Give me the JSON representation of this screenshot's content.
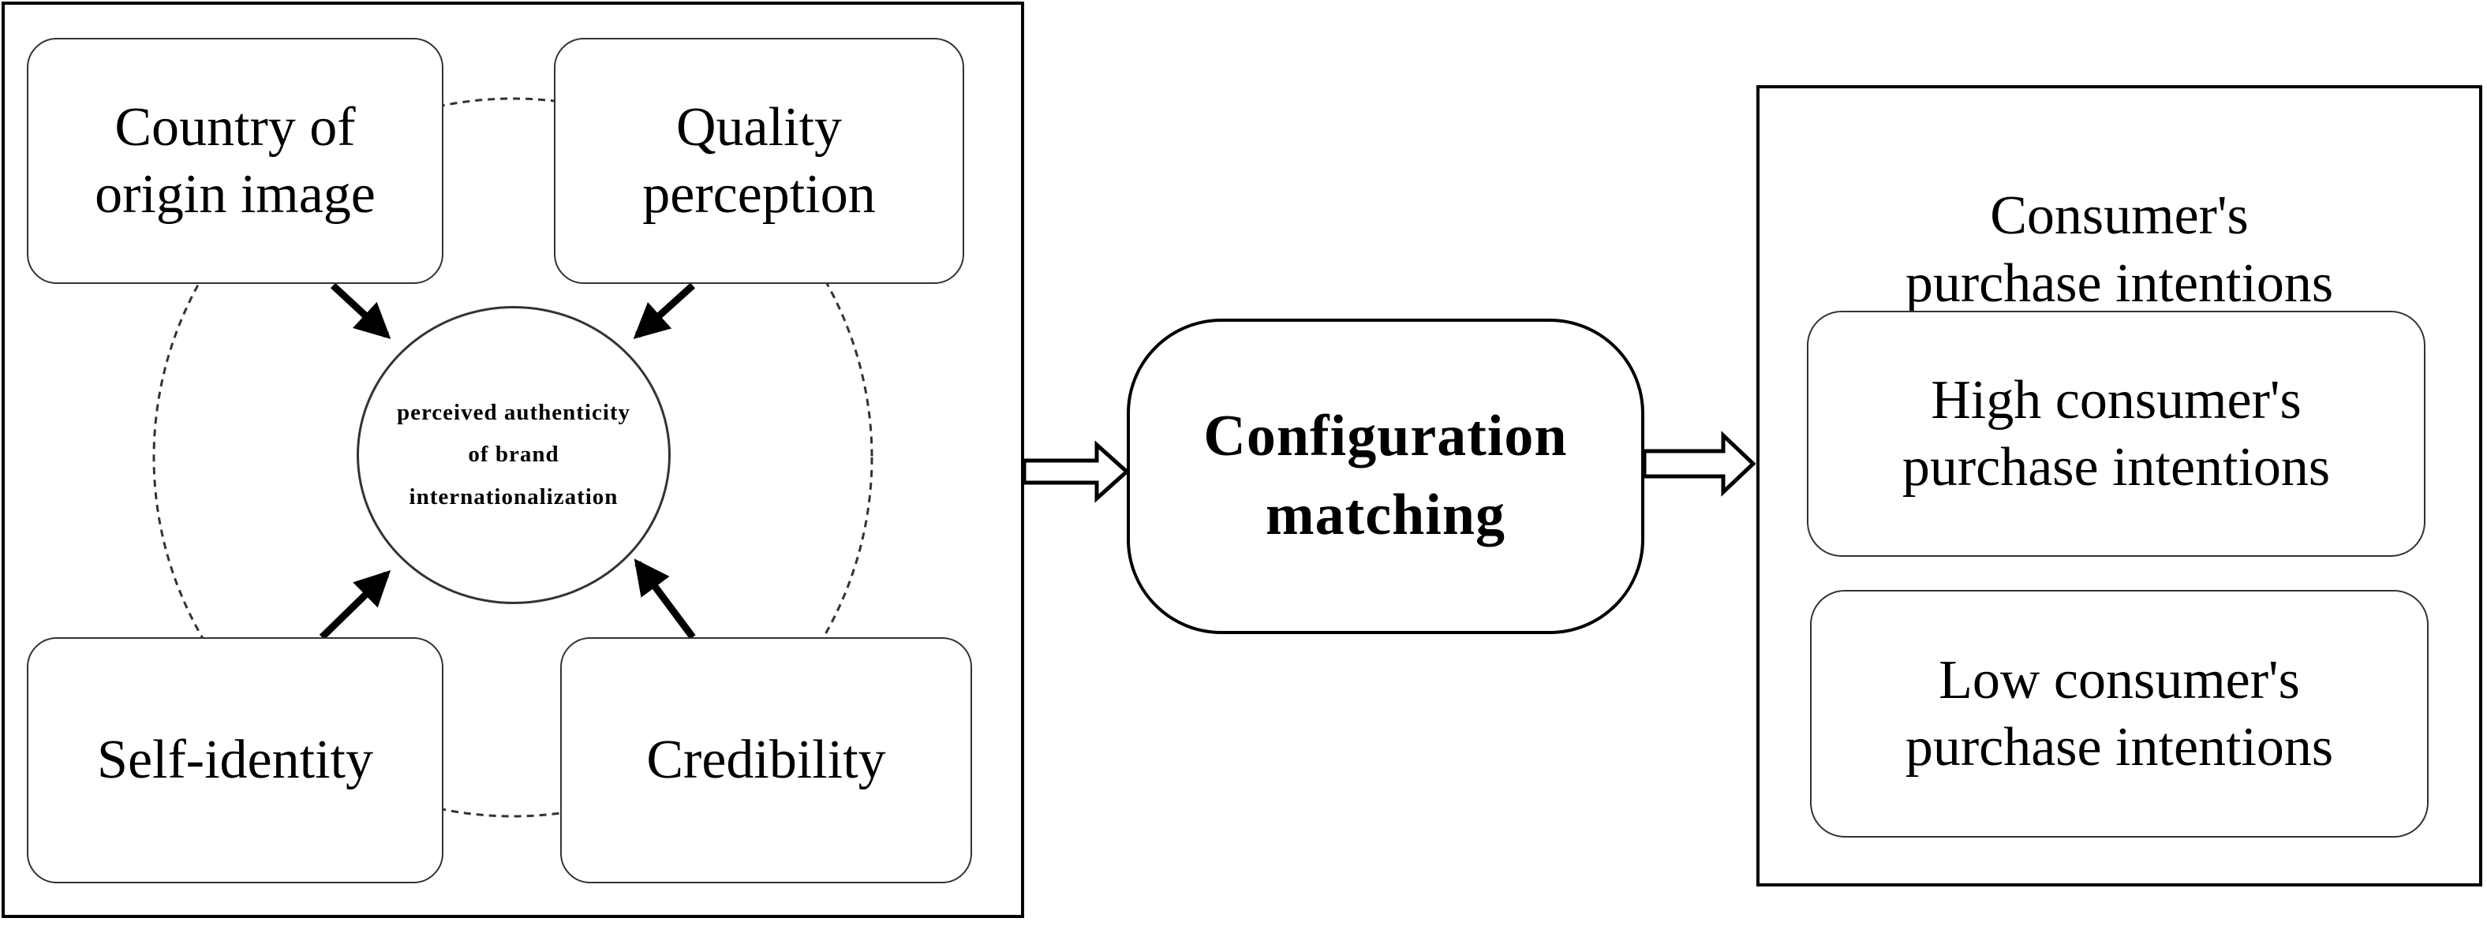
{
  "left_panel": {
    "factors": {
      "country_of_origin": "Country of\norigin image",
      "quality": "Quality\nperception",
      "self_identity": "Self-identity",
      "credibility": "Credibility"
    },
    "center": "perceived authenticity\nof brand\ninternationalization"
  },
  "middle": {
    "label": "Configuration\nmatching"
  },
  "right_panel": {
    "header": "Consumer's\npurchase intentions",
    "high": "High consumer's\npurchase intentions",
    "low": "Low consumer's\npurchase intentions"
  },
  "colors": {
    "stroke": "#000000",
    "box_border": "#333333",
    "background": "#ffffff"
  }
}
